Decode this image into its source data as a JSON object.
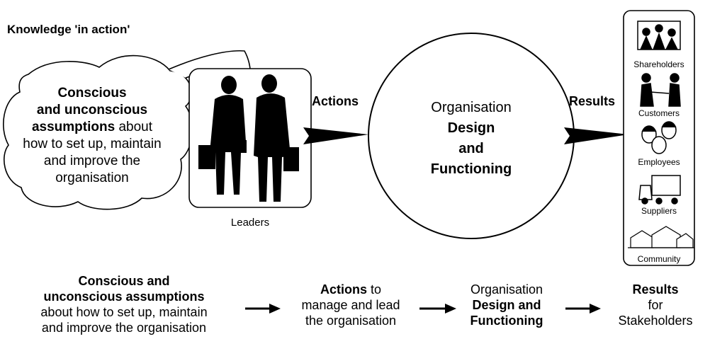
{
  "title": "Knowledge 'in action'",
  "thought": {
    "line1": "Conscious",
    "line2": "and unconscious",
    "line3_bold": "assumptions",
    "line3_rest": " about",
    "line4": "how to set up, maintain",
    "line5": "and improve the",
    "line6": "organisation"
  },
  "leaders_label": "Leaders",
  "actions_label": "Actions",
  "results_label": "Results",
  "organisation": {
    "line1": "Organisation",
    "line2": "Design",
    "line3": "and",
    "line4": "Functioning"
  },
  "stakeholders": [
    "Shareholders",
    "Customers",
    "Employees",
    "Suppliers",
    "Community"
  ],
  "bottom": {
    "assumptions": {
      "line1": "Conscious and",
      "line2": "unconscious assumptions",
      "line3": "about how to set up, maintain",
      "line4": "and improve the organisation"
    },
    "actions": {
      "bold": "Actions",
      "rest": " to",
      "line2": "manage and lead",
      "line3": "the organisation"
    },
    "organisation": {
      "line1": "Organisation",
      "line2": "Design and",
      "line3": "Functioning"
    },
    "results": {
      "line1": "Results",
      "line2": "for",
      "line3": "Stakeholders"
    }
  }
}
